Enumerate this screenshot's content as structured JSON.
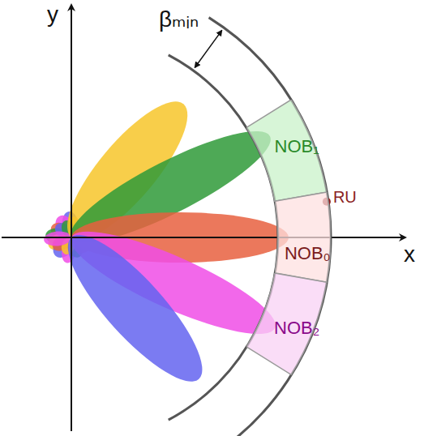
{
  "diagram": {
    "nodes": [
      {
        "text": [
          "NOB₁"
        ]
      },
      {
        "text": [
          "NOB₀"
        ]
      },
      {
        "text": [
          "NOB₂"
        ]
      }
    ],
    "labels": [
      "y",
      "x",
      "βₘᵢₙ",
      "RU"
    ]
  }
}
